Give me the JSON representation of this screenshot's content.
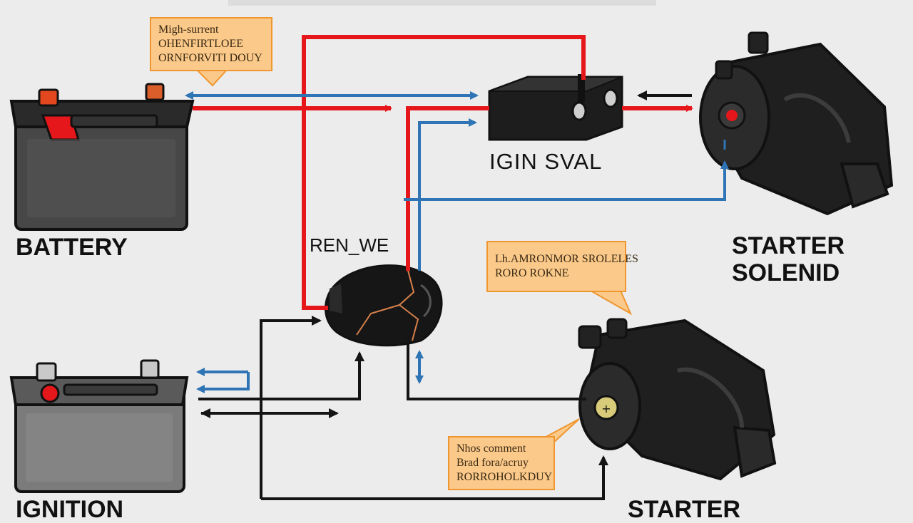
{
  "labels": {
    "battery": "BATTERY",
    "ignition": "IGNITION",
    "ign_switch": "IGIN SVAL",
    "relay": "REN_WE",
    "starter_solenoid_line1": "STARTER",
    "starter_solenoid_line2": "SOLENID",
    "starter": "STARTER"
  },
  "callouts": {
    "top_left": [
      "Migh-surrent",
      "OHENFIRTLOEE",
      "ORNFORVITI DOUY"
    ],
    "middle": [
      "Lh.AMRONMOR SROLELES",
      "RORO ROKNE"
    ],
    "bottom": [
      "Nhos comment",
      "Brad fora/acruy",
      "RORROHOLKDUY"
    ]
  },
  "colors": {
    "power_wire": "#e5171b",
    "signal_wire": "#2f74b5",
    "ground_wire": "#141414",
    "callout_fill": "#fbc98a",
    "callout_border": "#f0962f"
  }
}
